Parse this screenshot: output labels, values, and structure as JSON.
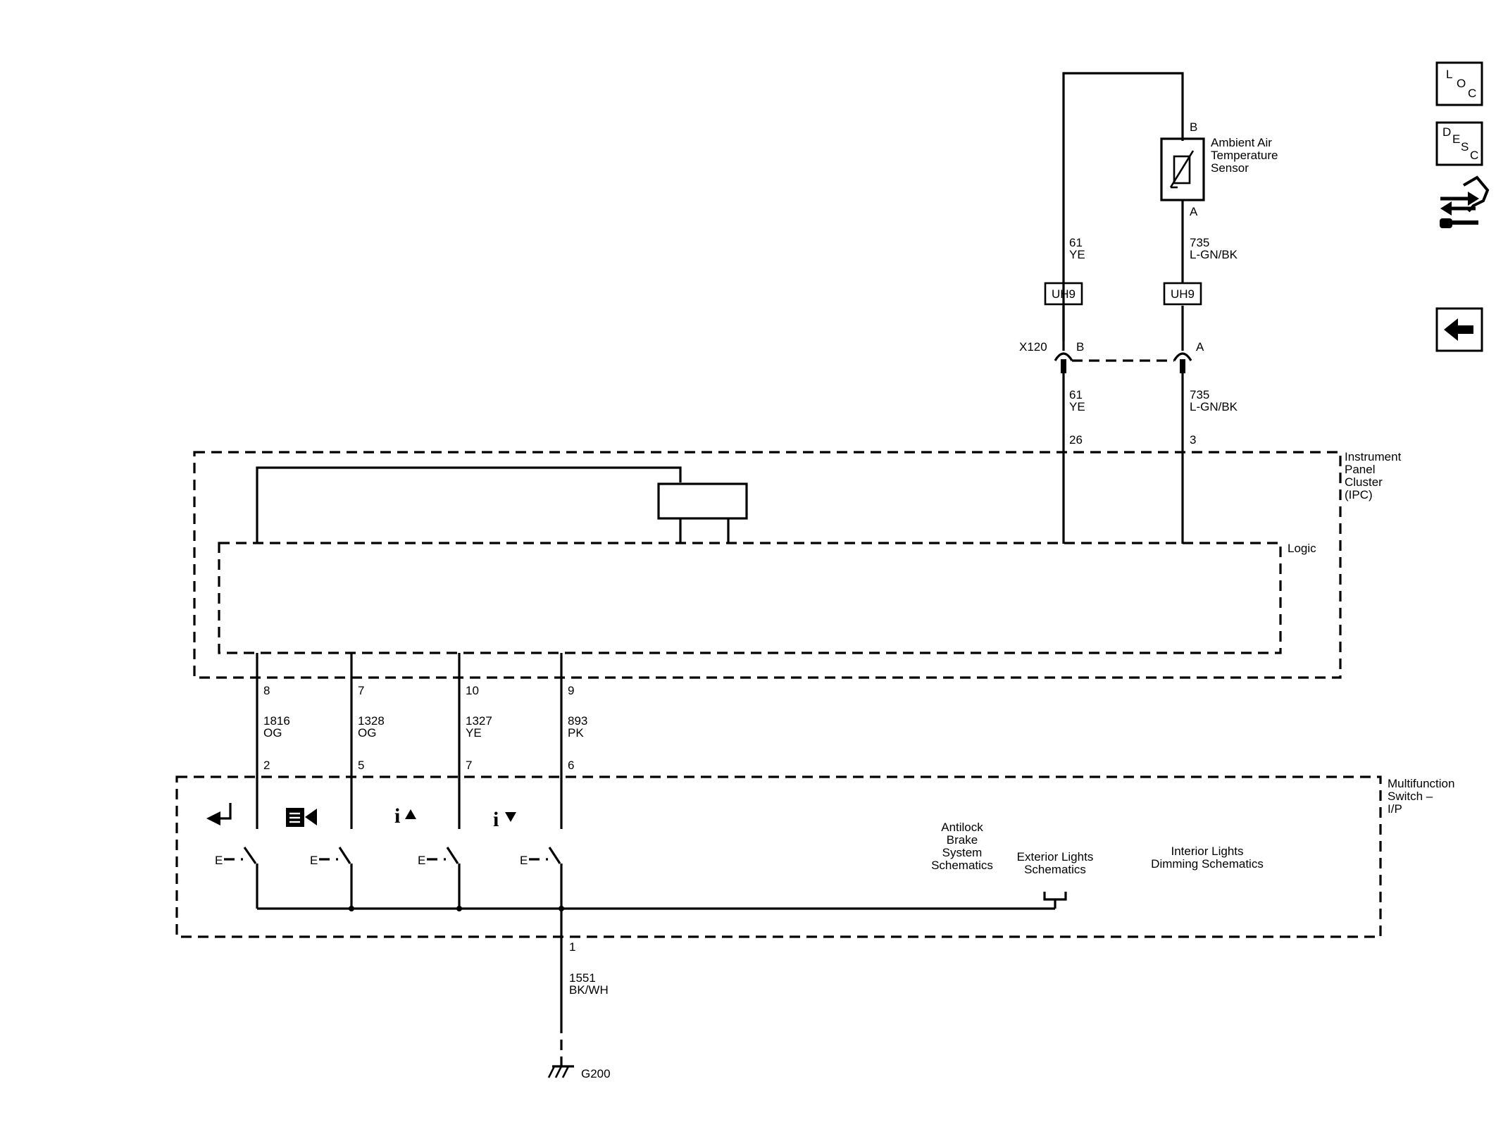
{
  "diagram": {
    "sensor": {
      "name": "Ambient Air\nTemperature\nSensor",
      "pin_b": "B",
      "pin_a": "A"
    },
    "left_wire_upper": {
      "circuit": "61",
      "color": "YE"
    },
    "right_wire_upper": {
      "circuit": "735",
      "color": "L-GN/BK"
    },
    "left_wire_lower": {
      "circuit": "61",
      "color": "YE"
    },
    "right_wire_lower": {
      "circuit": "735",
      "color": "L-GN/BK"
    },
    "harness_left": "UH9",
    "harness_right": "UH9",
    "connector": {
      "name": "X120",
      "pin_b": "B",
      "pin_a": "A"
    },
    "ipc": {
      "name": "Instrument\nPanel\nCluster\n(IPC)",
      "logic_label": "Logic",
      "pin_26": "26",
      "pin_3": "3",
      "bottom_pins": [
        "8",
        "7",
        "10",
        "9"
      ]
    },
    "lower_wires": [
      {
        "circuit": "1816",
        "color": "OG",
        "switch_pin": "2"
      },
      {
        "circuit": "1328",
        "color": "OG",
        "switch_pin": "5"
      },
      {
        "circuit": "1327",
        "color": "YE",
        "switch_pin": "7"
      },
      {
        "circuit": "893",
        "color": "PK",
        "switch_pin": "6"
      }
    ],
    "switch": {
      "name": "Multifunction\nSwitch –\nI/P",
      "ground_pin": "1",
      "contact_labels": [
        "E",
        "E",
        "E",
        "E"
      ]
    },
    "references": {
      "abs": "Antilock\nBrake\nSystem\nSchematics",
      "exterior": "Exterior Lights\nSchematics",
      "interior": "Interior Lights\nDimming Schematics"
    },
    "ground_wire": {
      "circuit": "1551",
      "color": "BK/WH"
    },
    "ground": "G200"
  },
  "nav": {
    "loc": [
      "L",
      "O",
      "C"
    ],
    "desc": [
      "D",
      "E",
      "S",
      "C"
    ],
    "connector_icon": "connector-end-view-icon",
    "back_icon": "back-arrow-icon"
  }
}
